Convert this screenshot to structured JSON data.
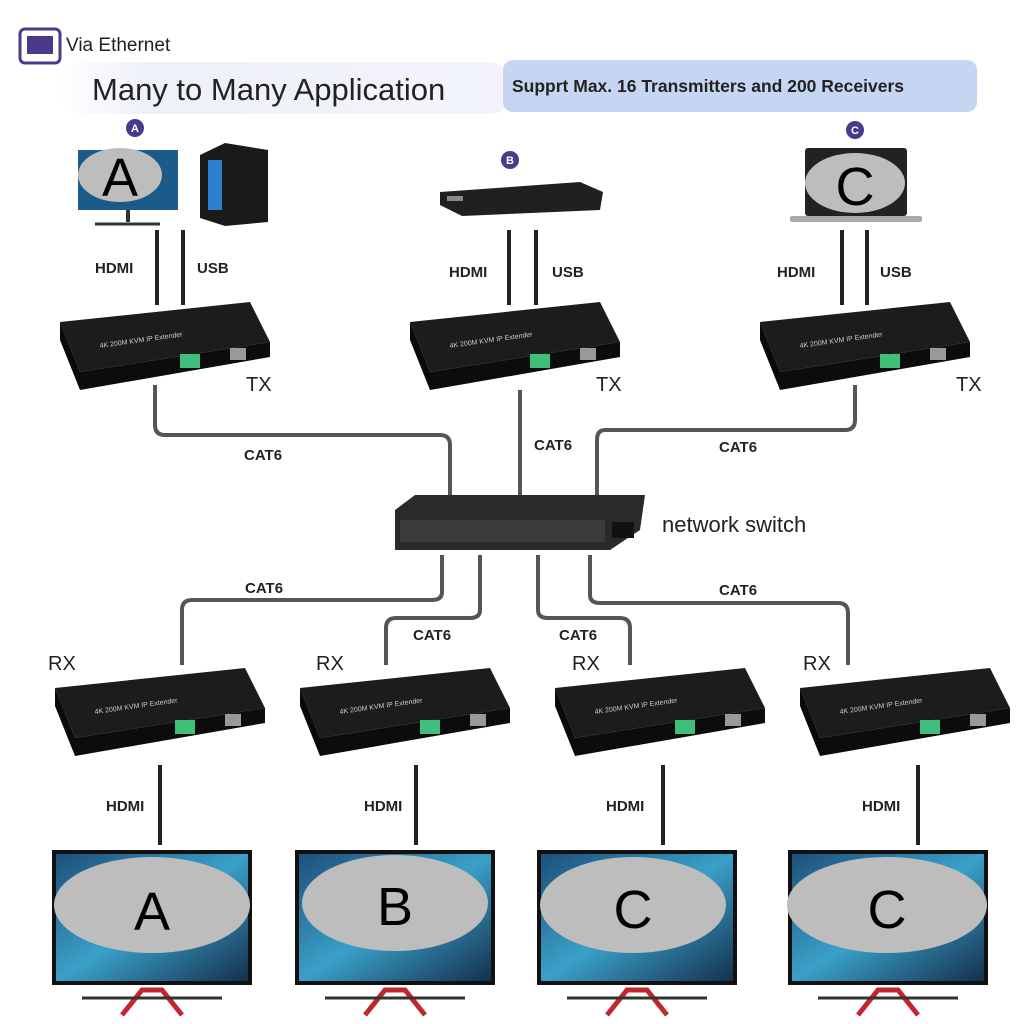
{
  "header": {
    "badge_text": "Via Ethernet",
    "title": "Many to Many Application",
    "subtitle": "Supprt Max. 16 Transmitters and 200 Receivers"
  },
  "sources": [
    {
      "badge": "A",
      "label": "A",
      "hdmi": "HDMI",
      "usb": "USB",
      "tx": "TX"
    },
    {
      "badge": "B",
      "hdmi": "HDMI",
      "usb": "USB",
      "tx": "TX"
    },
    {
      "badge": "C",
      "label": "C",
      "hdmi": "HDMI",
      "usb": "USB",
      "tx": "TX"
    }
  ],
  "cables_top": [
    "CAT6",
    "CAT6",
    "CAT6"
  ],
  "switch_label": "network switch",
  "cables_bottom": [
    "CAT6",
    "CAT6",
    "CAT6",
    "CAT6"
  ],
  "receivers": [
    {
      "rx": "RX",
      "hdmi": "HDMI",
      "display": "A"
    },
    {
      "rx": "RX",
      "hdmi": "HDMI",
      "display": "B"
    },
    {
      "rx": "RX",
      "hdmi": "HDMI",
      "display": "C"
    },
    {
      "rx": "RX",
      "hdmi": "HDMI",
      "display": "C"
    }
  ],
  "colors": {
    "accent": "#4b3a8c",
    "pill": "#c6d6f2",
    "box": "#151515",
    "terminal": "#3fbf7a"
  }
}
